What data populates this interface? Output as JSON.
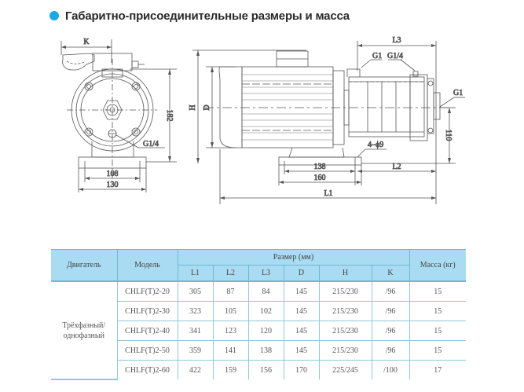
{
  "heading": {
    "bullet_color": "#1ba9e1",
    "title": "Габаритно-присоединительные размеры и масса"
  },
  "drawing": {
    "front_view": {
      "labels": {
        "k": "K",
        "g14": "G1/4",
        "d182": "182",
        "d108": "108",
        "d130": "130"
      }
    },
    "side_view": {
      "labels": {
        "h": "H",
        "d": "D",
        "l3": "L3",
        "g1_top": "G1",
        "g14_top": "G1/4",
        "g1_right": "G1",
        "d110": "110",
        "holes": "4–ϕ9",
        "d138": "138",
        "l2": "L2",
        "d160": "160",
        "l1": "L1"
      }
    }
  },
  "table": {
    "headers": {
      "engine": "Двигатель",
      "model": "Модель",
      "size_group": "Размер (мм)",
      "mass": "Масса (кг)",
      "cols": [
        "L1",
        "L2",
        "L3",
        "D",
        "H",
        "K"
      ]
    },
    "engine_label_line1": "Трёхфазный/",
    "engine_label_line2": "однофазный",
    "rows": [
      {
        "model": "CHLF(T)2-20",
        "L1": "305",
        "L2": "87",
        "L3": "84",
        "D": "145",
        "H": "215/230",
        "K": "/96",
        "mass": "15"
      },
      {
        "model": "CHLF(T)2-30",
        "L1": "323",
        "L2": "105",
        "L3": "102",
        "D": "145",
        "H": "215/230",
        "K": "/96",
        "mass": "15"
      },
      {
        "model": "CHLF(T)2-40",
        "L1": "341",
        "L2": "123",
        "L3": "120",
        "D": "145",
        "H": "215/230",
        "K": "/96",
        "mass": "15"
      },
      {
        "model": "CHLF(T)2-50",
        "L1": "359",
        "L2": "141",
        "L3": "138",
        "D": "145",
        "H": "215/230",
        "K": "/96",
        "mass": "15"
      },
      {
        "model": "CHLF(T)2-60",
        "L1": "422",
        "L2": "159",
        "L3": "156",
        "D": "170",
        "H": "225/245",
        "K": "/100",
        "mass": "17"
      }
    ],
    "colors": {
      "header_bg": "#a9dcf2",
      "border": "#6cb9d3"
    }
  }
}
